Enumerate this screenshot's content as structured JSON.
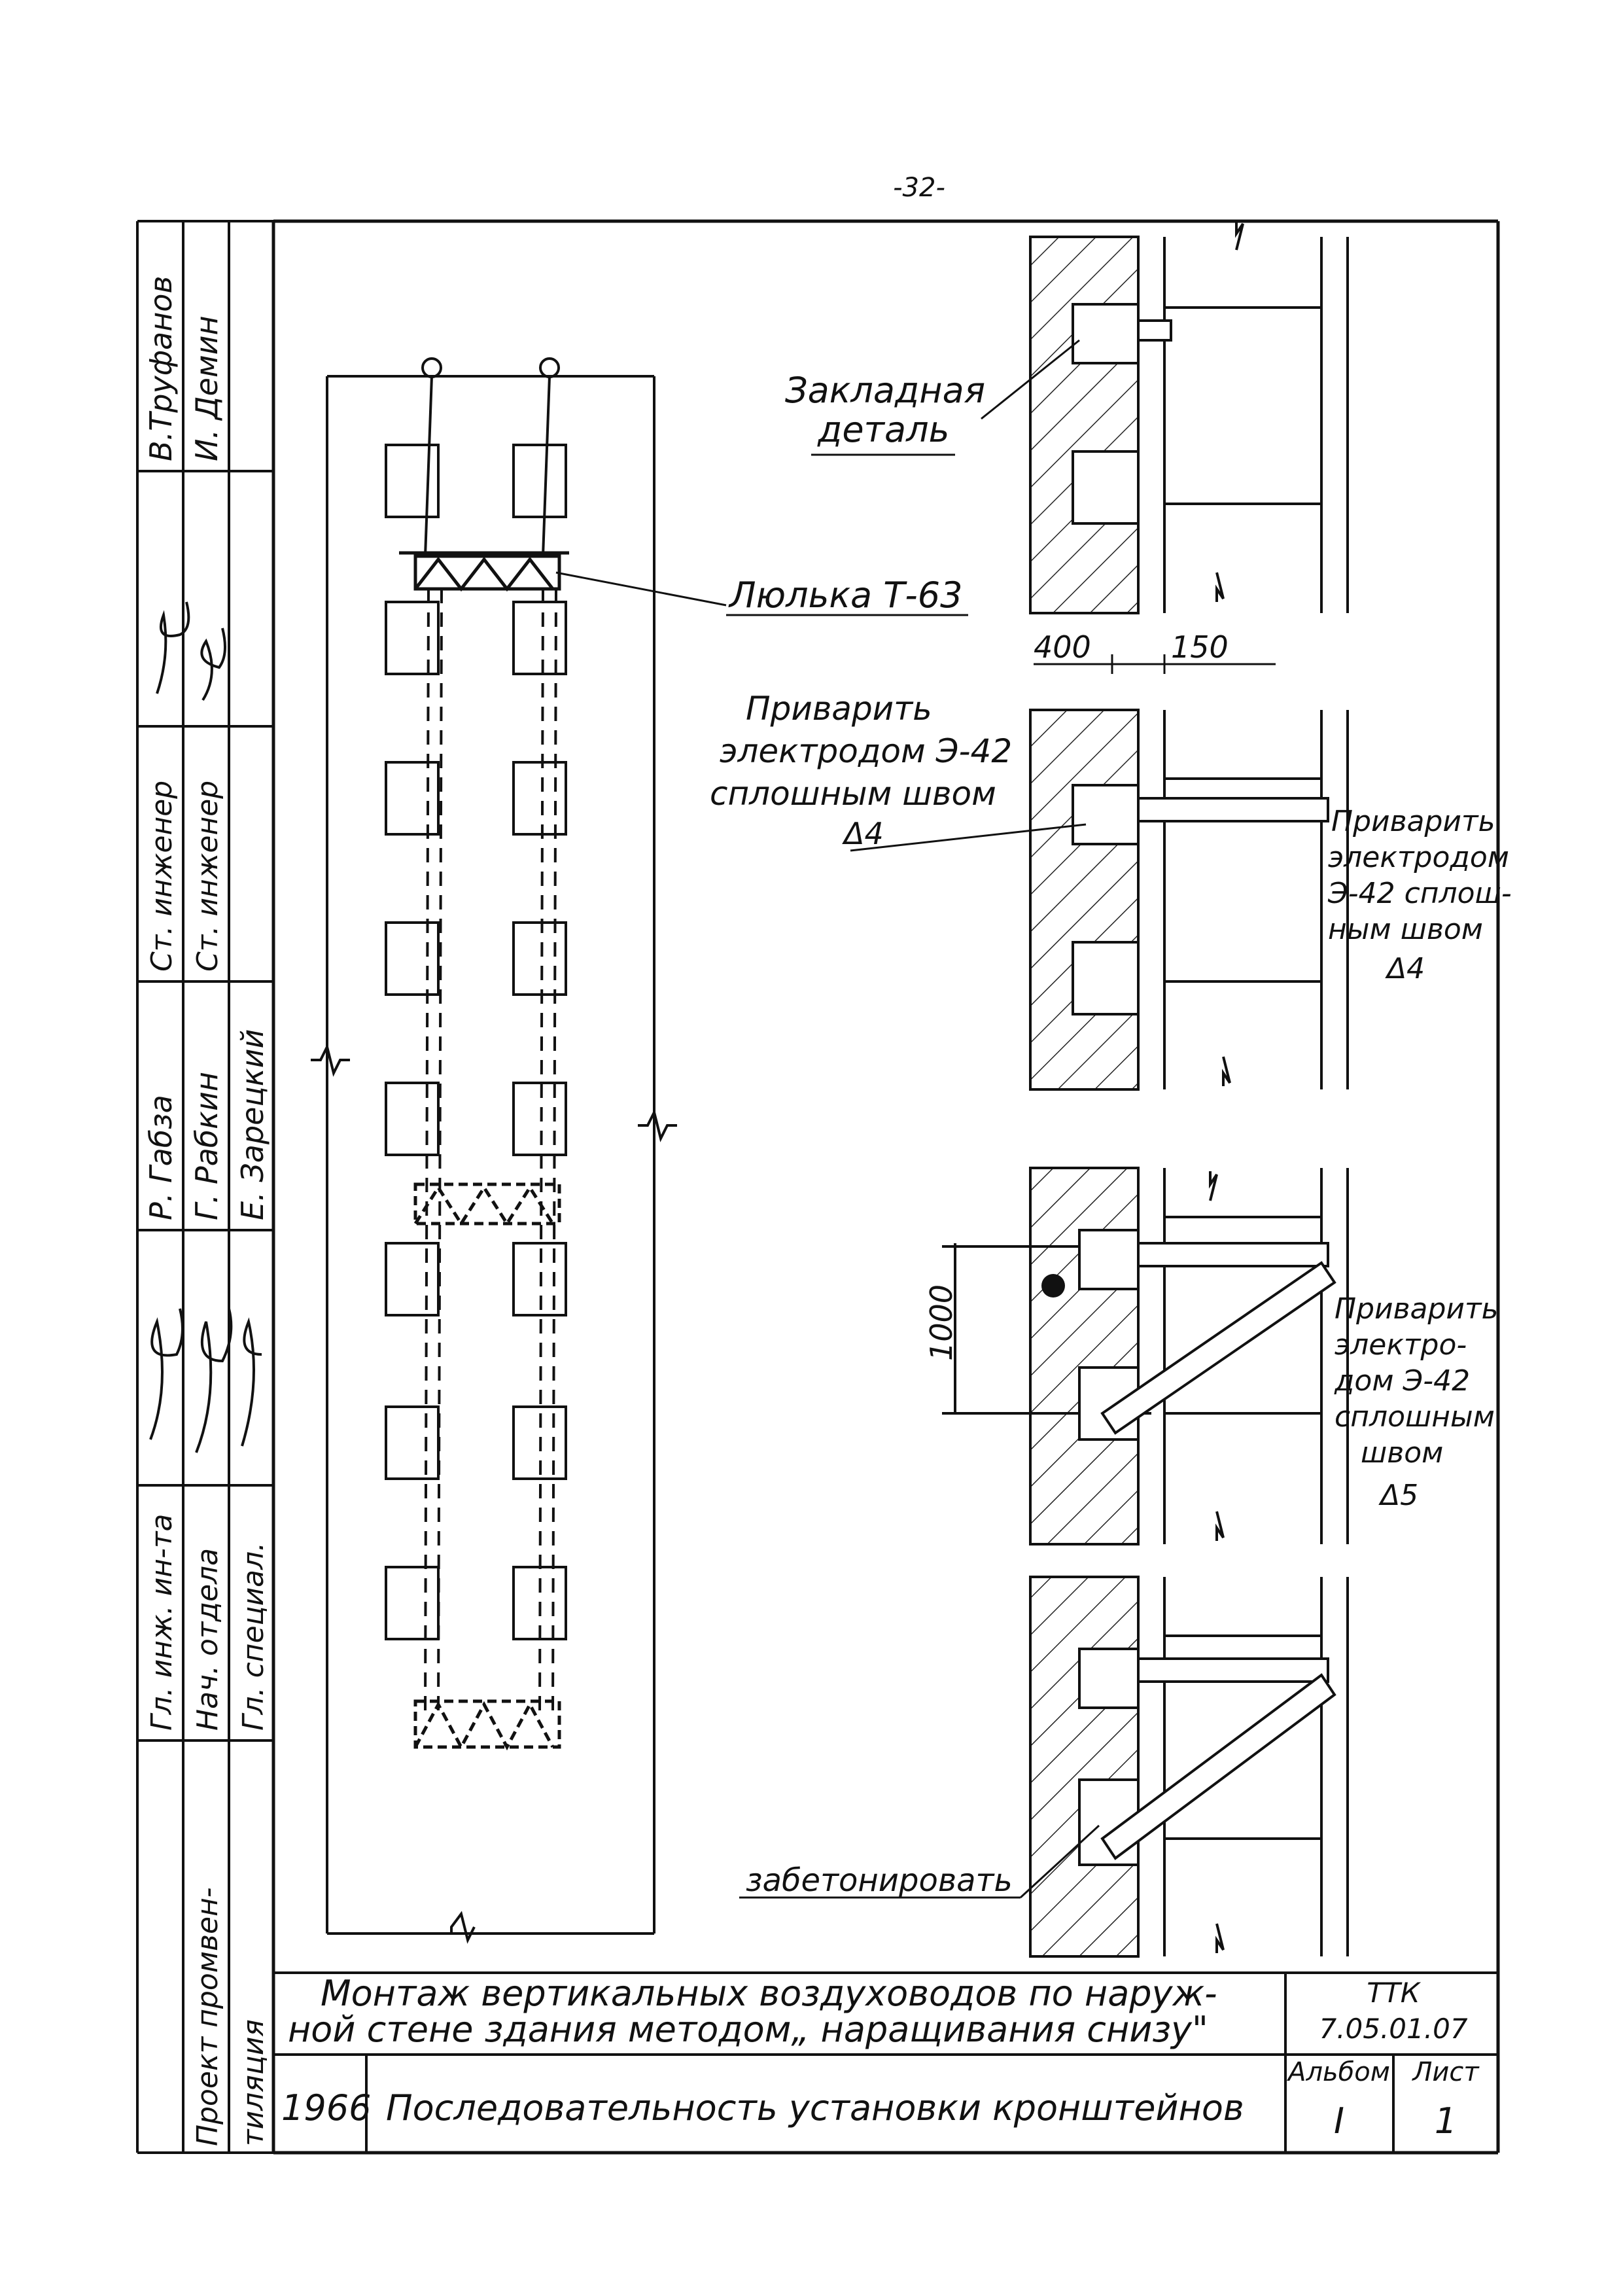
{
  "page_number": "-32-",
  "labels": {
    "embedded_part_line1": "Закладная",
    "embedded_part_line2": "деталь",
    "cradle": "Люлька Т-63",
    "dim_400": "400",
    "dim_150": "150",
    "weld1_line1": "Приварить",
    "weld1_line2": "электродом Э-42",
    "weld1_line3": "сплошным швом",
    "weld1_line4": "Δ4",
    "weld2_line1": "Приварить",
    "weld2_line2": "электродом",
    "weld2_line3": "Э-42 сплош-",
    "weld2_line4": "ным швом",
    "weld2_line5": "Δ4",
    "dim_1000": "1000",
    "weld3_line1": "Приварить",
    "weld3_line2": "электро-",
    "weld3_line3": "дом Э-42",
    "weld3_line4": "сплошным",
    "weld3_line5": "швом",
    "weld3_line6": "Δ5",
    "concrete": "забетонировать"
  },
  "side_stamp": {
    "names": [
      "В.Труфанов",
      "И. Демин",
      "Р. Габза",
      "Г. Рабкин",
      "Е. Зарецкий"
    ],
    "positions": [
      "Ст. инженер",
      "Ст. инженер",
      "Гл. инж. ин-та",
      "Нач. отдела",
      "Гл. специал."
    ],
    "org_line1": "Проект промвен-",
    "org_line2": "тиляция"
  },
  "title_block": {
    "title_line1": "Монтаж вертикальных воздуховодов по наруж-",
    "title_line2": "ной стене здания методом„ наращивания снизу\"",
    "code_line1": "ТТК",
    "code_line2": "7.05.01.07",
    "year": "1966",
    "sheet_title": "Последовательность установки кронштейнов",
    "album_label": "Альбом",
    "album_value": "I",
    "sheet_label": "Лист",
    "sheet_value": "1"
  }
}
